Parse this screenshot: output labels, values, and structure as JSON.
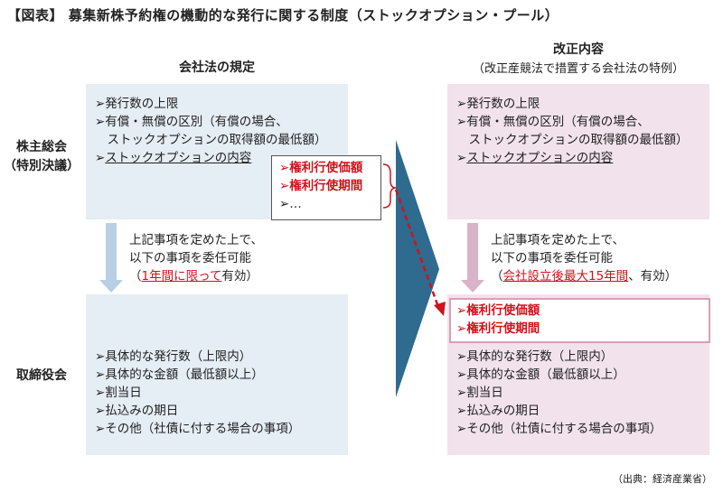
{
  "title": "【図表】 募集新株予約権の機動的な発行に関する制度（ストックオプション・プール）",
  "left_header": "会社法の規定",
  "right_header": "改正内容",
  "right_subheader": "（改正産競法で措置する会社法の特例）",
  "row_shareholders": [
    "株主総会",
    "（特別決議）"
  ],
  "row_board": "取締役会",
  "left_top_items": [
    "➢発行数の上限",
    "➢有償・無償の区別（有償の場合、",
    "　ストックオプションの取得額の最低額）"
  ],
  "left_top_item4_prefix": "➢",
  "left_top_item4_link": "ストックオプションの内容",
  "right_top_items": [
    "➢発行数の上限",
    "➢有償・無償の区別（有償の場合、",
    "　ストックオプションの取得額の最低額）"
  ],
  "right_top_item4_prefix": "➢",
  "right_top_item4_link": "ストックオプションの内容",
  "popup": {
    "item1": "➢権利行使価額",
    "item2": "➢権利行使期間",
    "item3": "➢…"
  },
  "left_mid": {
    "line1": "上記事項を定めた上で、",
    "line2": "以下の事項を委任可能",
    "line3_open": "（",
    "line3_red": "1年間に限って",
    "line3_close": "有効）"
  },
  "right_mid": {
    "line1": "上記事項を定めた上で、",
    "line2": "以下の事項を委任可能",
    "line3_open": "（",
    "line3_red": "会社設立後最大15年間",
    "line3_close": "、有効）"
  },
  "right_red_items": [
    "➢権利行使価額",
    "➢権利行使期間"
  ],
  "left_bottom_items": [
    "➢具体的な発行数（上限内）",
    "➢具体的な金額（最低額以上）",
    "➢割当日",
    "➢払込みの期日",
    "➢その他（社債に付する場合の事項）"
  ],
  "right_bottom_items": [
    "➢具体的な発行数（上限内）",
    "➢具体的な金額（最低額以上）",
    "➢割当日",
    "➢払込みの期日",
    "➢その他（社債に付する場合の事項）"
  ],
  "source": "（出典：経済産業省）",
  "colors": {
    "left_box": "#e5edf5",
    "right_box": "#f1e2ec",
    "accent_red": "#d0121b",
    "center_arrow": "#2f6a8f",
    "left_down_arrow": "#b8cfe6",
    "right_down_arrow": "#d9b3c7"
  }
}
